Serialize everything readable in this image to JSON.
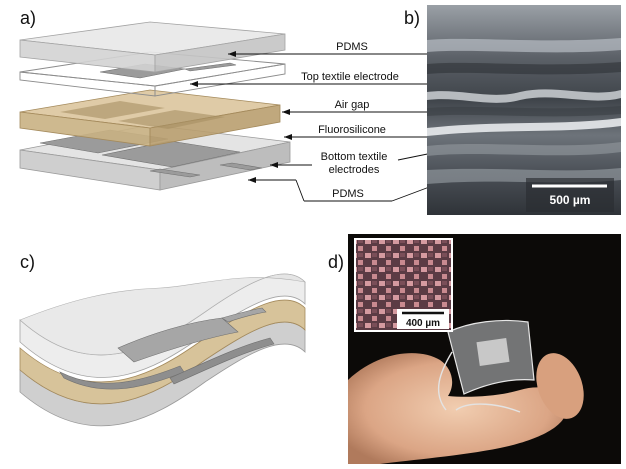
{
  "panels": {
    "a": "a)",
    "b": "b)",
    "c": "c)",
    "d": "d)"
  },
  "labels": {
    "pdms_top": "PDMS",
    "top_electrode": "Top textile electrode",
    "air_gap": "Air gap",
    "fluorosilicone": "Fluorosilicone",
    "bottom_electrodes_line1": "Bottom textile",
    "bottom_electrodes_line2": "electrodes",
    "pdms_bottom": "PDMS"
  },
  "scale_bars": {
    "micrograph_b": "500 µm",
    "inset_d": "400 µm"
  },
  "colors": {
    "pdms": "#e6e6e6",
    "fluorosilicone": "#d9c39a",
    "electrode": "#a9a9a9",
    "micrograph_bg": "#6e7378",
    "photo_bg": "#0c0a08"
  }
}
